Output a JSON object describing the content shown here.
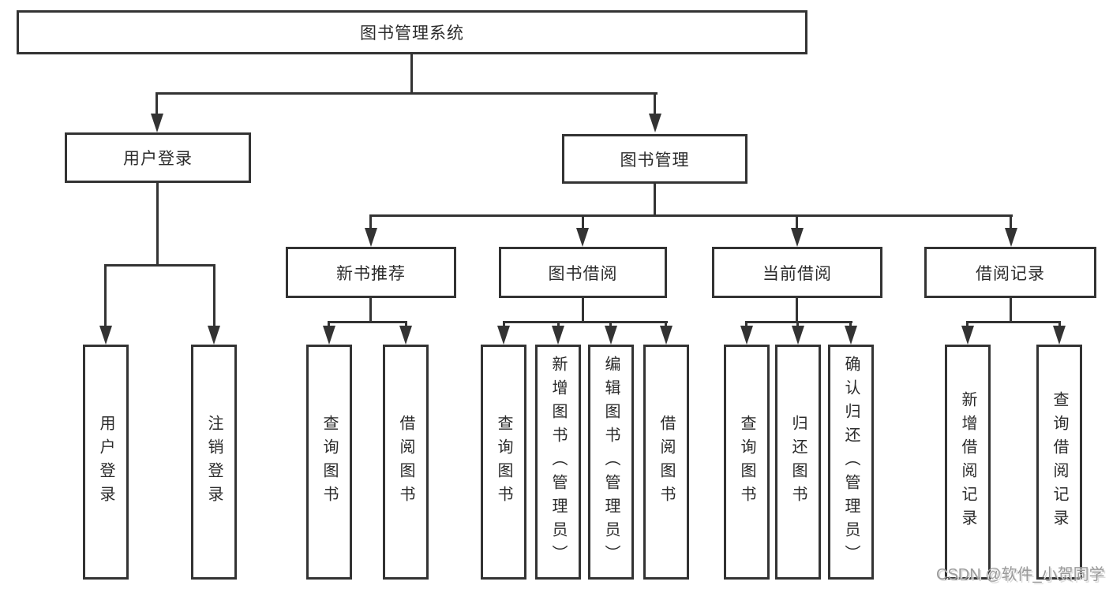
{
  "diagram_title": "图书管理系统",
  "tree": {
    "root": {
      "label": "图书管理系统",
      "children": [
        {
          "label": "用户登录",
          "children": [
            {
              "label": "用户登录"
            },
            {
              "label": "注销登录"
            }
          ]
        },
        {
          "label": "图书管理",
          "children": [
            {
              "label": "新书推荐",
              "children": [
                {
                  "label": "查询图书"
                },
                {
                  "label": "借阅图书"
                }
              ]
            },
            {
              "label": "图书借阅",
              "children": [
                {
                  "label": "查询图书"
                },
                {
                  "label": "新增图书（管理员）"
                },
                {
                  "label": "编辑图书（管理员）"
                },
                {
                  "label": "借阅图书"
                }
              ]
            },
            {
              "label": "当前借阅",
              "children": [
                {
                  "label": "查询图书"
                },
                {
                  "label": "归还图书"
                },
                {
                  "label": "确认归还（管理员）"
                }
              ]
            },
            {
              "label": "借阅记录",
              "children": [
                {
                  "label": "新增借阅记录"
                },
                {
                  "label": "查询借阅记录"
                }
              ]
            }
          ]
        }
      ]
    }
  },
  "watermark": "CSDN @软件_小贺同学",
  "colors": {
    "line": "#333333",
    "text": "#2b2b2b",
    "watermark": "#9a9a9a",
    "background": "#ffffff"
  }
}
